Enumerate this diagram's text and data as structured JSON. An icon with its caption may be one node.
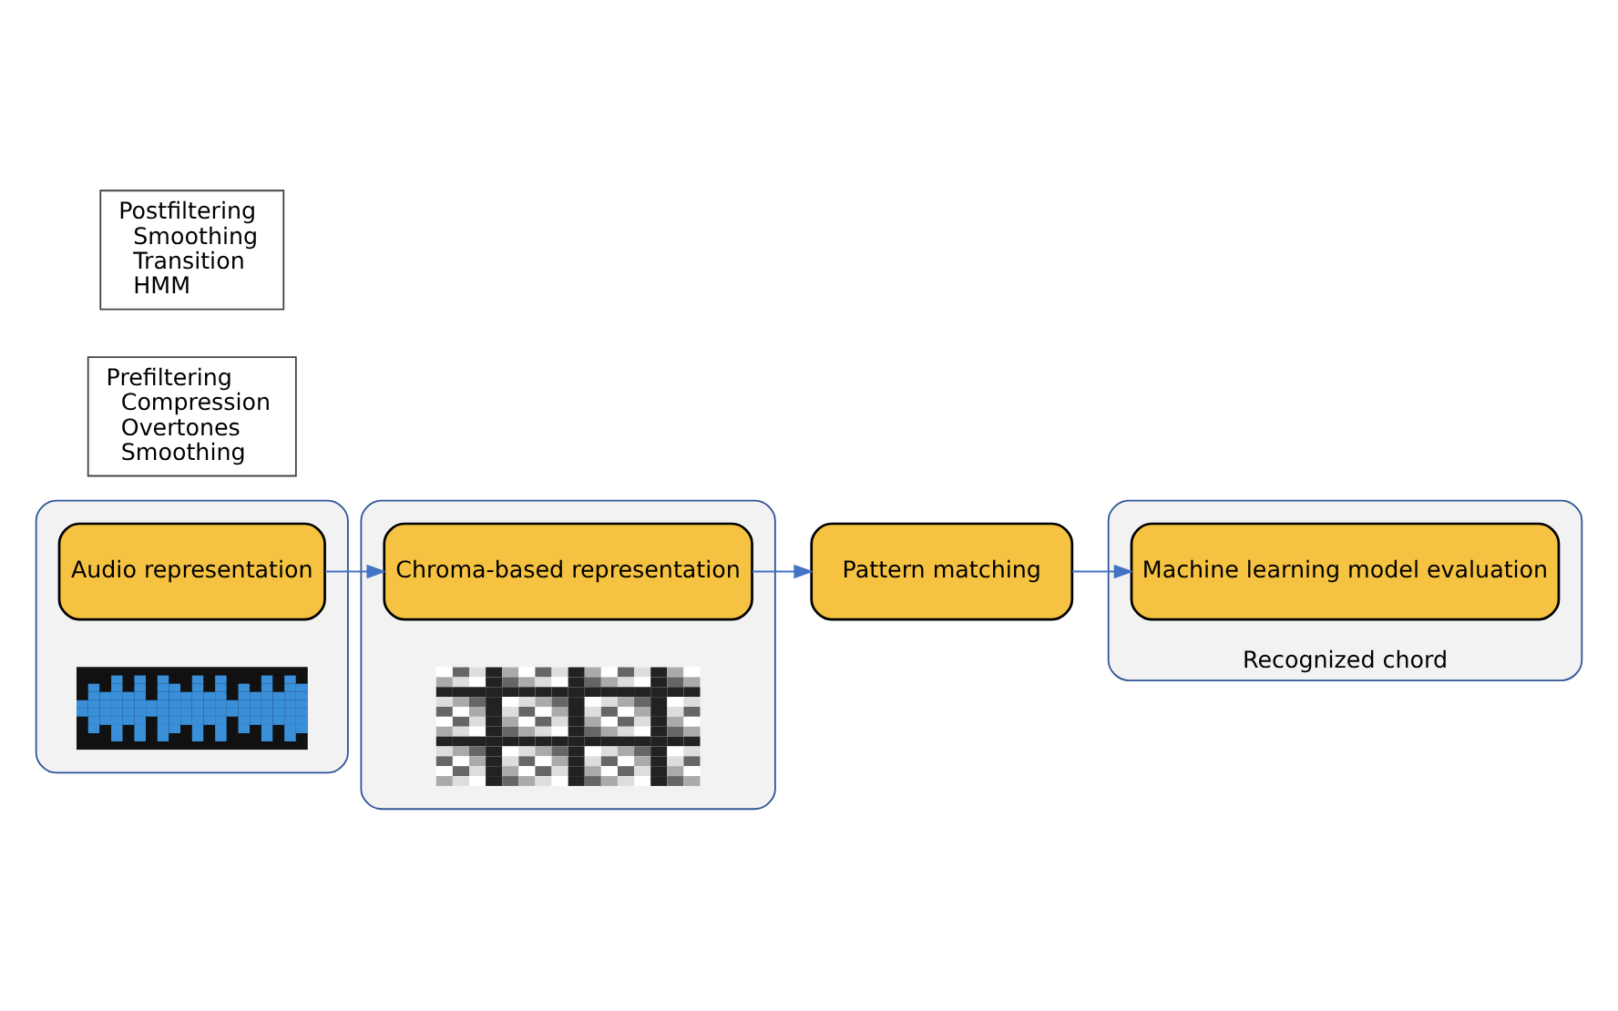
{
  "diagram": {
    "nodes": [
      {
        "text": [],
        "shape": "box"
      },
      {
        "text": [
          "Audio representation"
        ],
        "in": 0
      },
      {
        "text": [],
        "shape": "picture",
        "in": 0
      },
      {
        "text": [],
        "shape": "box"
      },
      {
        "text": [
          "Chroma-based representation"
        ],
        "in": 3
      },
      {
        "text": [],
        "shape": "picture",
        "in": 3
      },
      {
        "text": [
          "Pattern matching"
        ]
      },
      {
        "text": [
          "Recognized chord"
        ]
      },
      {
        "text": [
          "Machine learning model evaluation"
        ],
        "in": 7
      },
      {
        "text": [
          "Prefiltering",
          "Compression",
          "Overtones",
          "Smoothing"
        ]
      },
      {
        "text": [
          "Postfiltering",
          "Smoothing",
          "Transition",
          "HMM"
        ]
      }
    ],
    "edges": [
      {
        "from": 1,
        "to": 4,
        "arrow": "to"
      },
      {
        "from": 4,
        "to": 6,
        "arrow": "to"
      },
      {
        "from": 6,
        "to": 8,
        "arrow": "to"
      }
    ]
  }
}
